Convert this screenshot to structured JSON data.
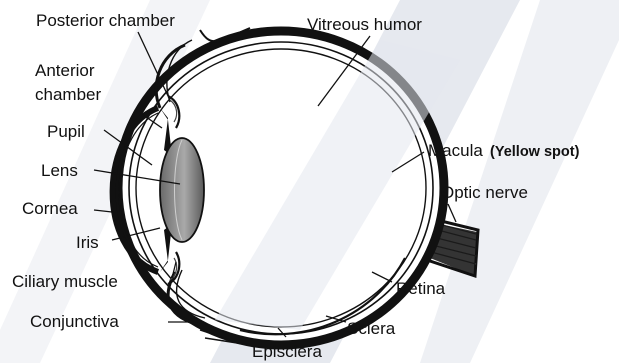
{
  "labels": {
    "posterior_chamber": "Posterior chamber",
    "vitreous_humor": "Vitreous humor",
    "anterior": "Anterior",
    "chamber": "chamber",
    "pupil": "Pupil",
    "lens": "Lens",
    "cornea": "Cornea",
    "iris": "Iris",
    "ciliary_muscle": "Ciliary muscle",
    "conjunctiva": "Conjunctiva",
    "episclera": "Episclera",
    "sclera": "Sclera",
    "retina": "Retina",
    "macula": "Macula",
    "macula_note": "(Yellow spot)",
    "optic_nerve": "Optic nerve"
  },
  "colors": {
    "background": "#ffffff",
    "gradient_band": "#dfe3ea",
    "line": "#111111",
    "lens_fill": "#8a8a8a"
  }
}
